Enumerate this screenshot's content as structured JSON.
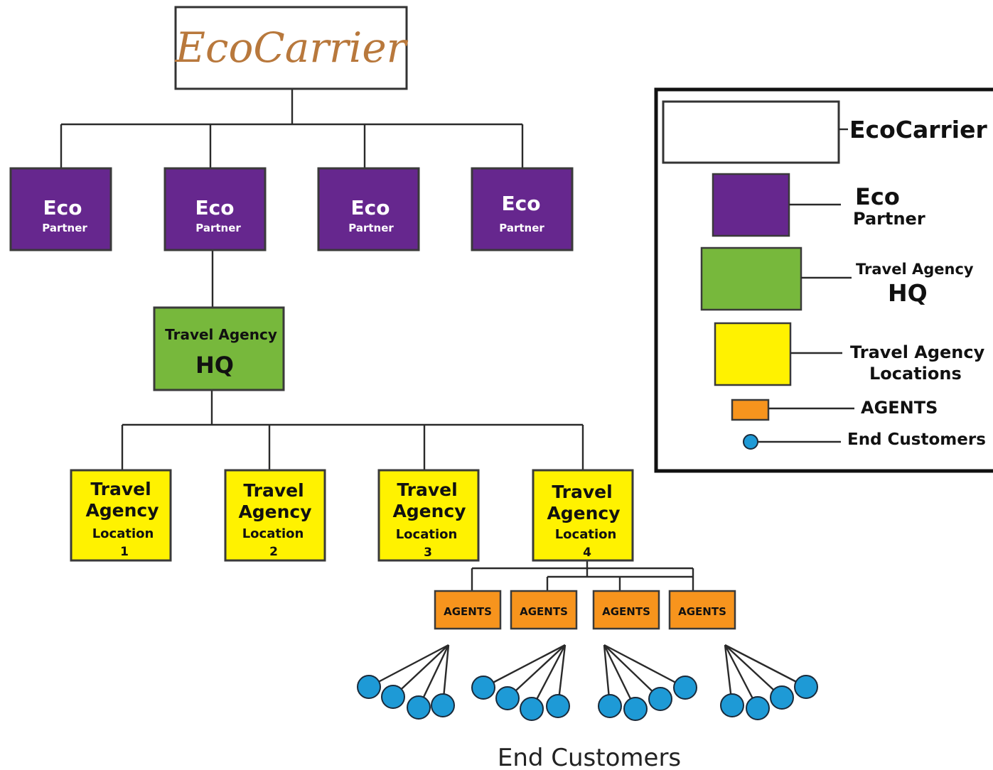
{
  "colors": {
    "eco_partner": "#66278e",
    "travel_agency_hq": "#77b83c",
    "travel_agency_location": "#fff200",
    "agents": "#f7941d",
    "end_customer": "#1e9ad6",
    "logo_text": "#b8783c",
    "outline": "#333333"
  },
  "top": {
    "logo_text": "EcoCarrier"
  },
  "partners": [
    {
      "title": "Eco",
      "subtitle": "Partner"
    },
    {
      "title": "Eco",
      "subtitle": "Partner"
    },
    {
      "title": "Eco",
      "subtitle": "Partner"
    },
    {
      "title": "Eco",
      "subtitle": "Partner"
    }
  ],
  "hq": {
    "line1": "Travel Agency",
    "line2": "HQ"
  },
  "locations": [
    {
      "line1": "Travel",
      "line2": "Agency",
      "line3": "Location",
      "number": "1"
    },
    {
      "line1": "Travel",
      "line2": "Agency",
      "line3": "Location",
      "number": "2"
    },
    {
      "line1": "Travel",
      "line2": "Agency",
      "line3": "Location",
      "number": "3"
    },
    {
      "line1": "Travel",
      "line2": "Agency",
      "line3": "Location",
      "number": "4"
    }
  ],
  "agents": [
    "AGENTS",
    "AGENTS",
    "AGENTS",
    "AGENTS"
  ],
  "end_customers_caption": "End Customers",
  "legend": {
    "ecocarrier": "EcoCarrier",
    "eco_partner_line1": "Eco",
    "eco_partner_line2": "Partner",
    "hq_line1": "Travel Agency",
    "hq_line2": "HQ",
    "locations_line1": "Travel Agency",
    "locations_line2": "Locations",
    "agents": "AGENTS",
    "end_customers": "End Customers"
  }
}
